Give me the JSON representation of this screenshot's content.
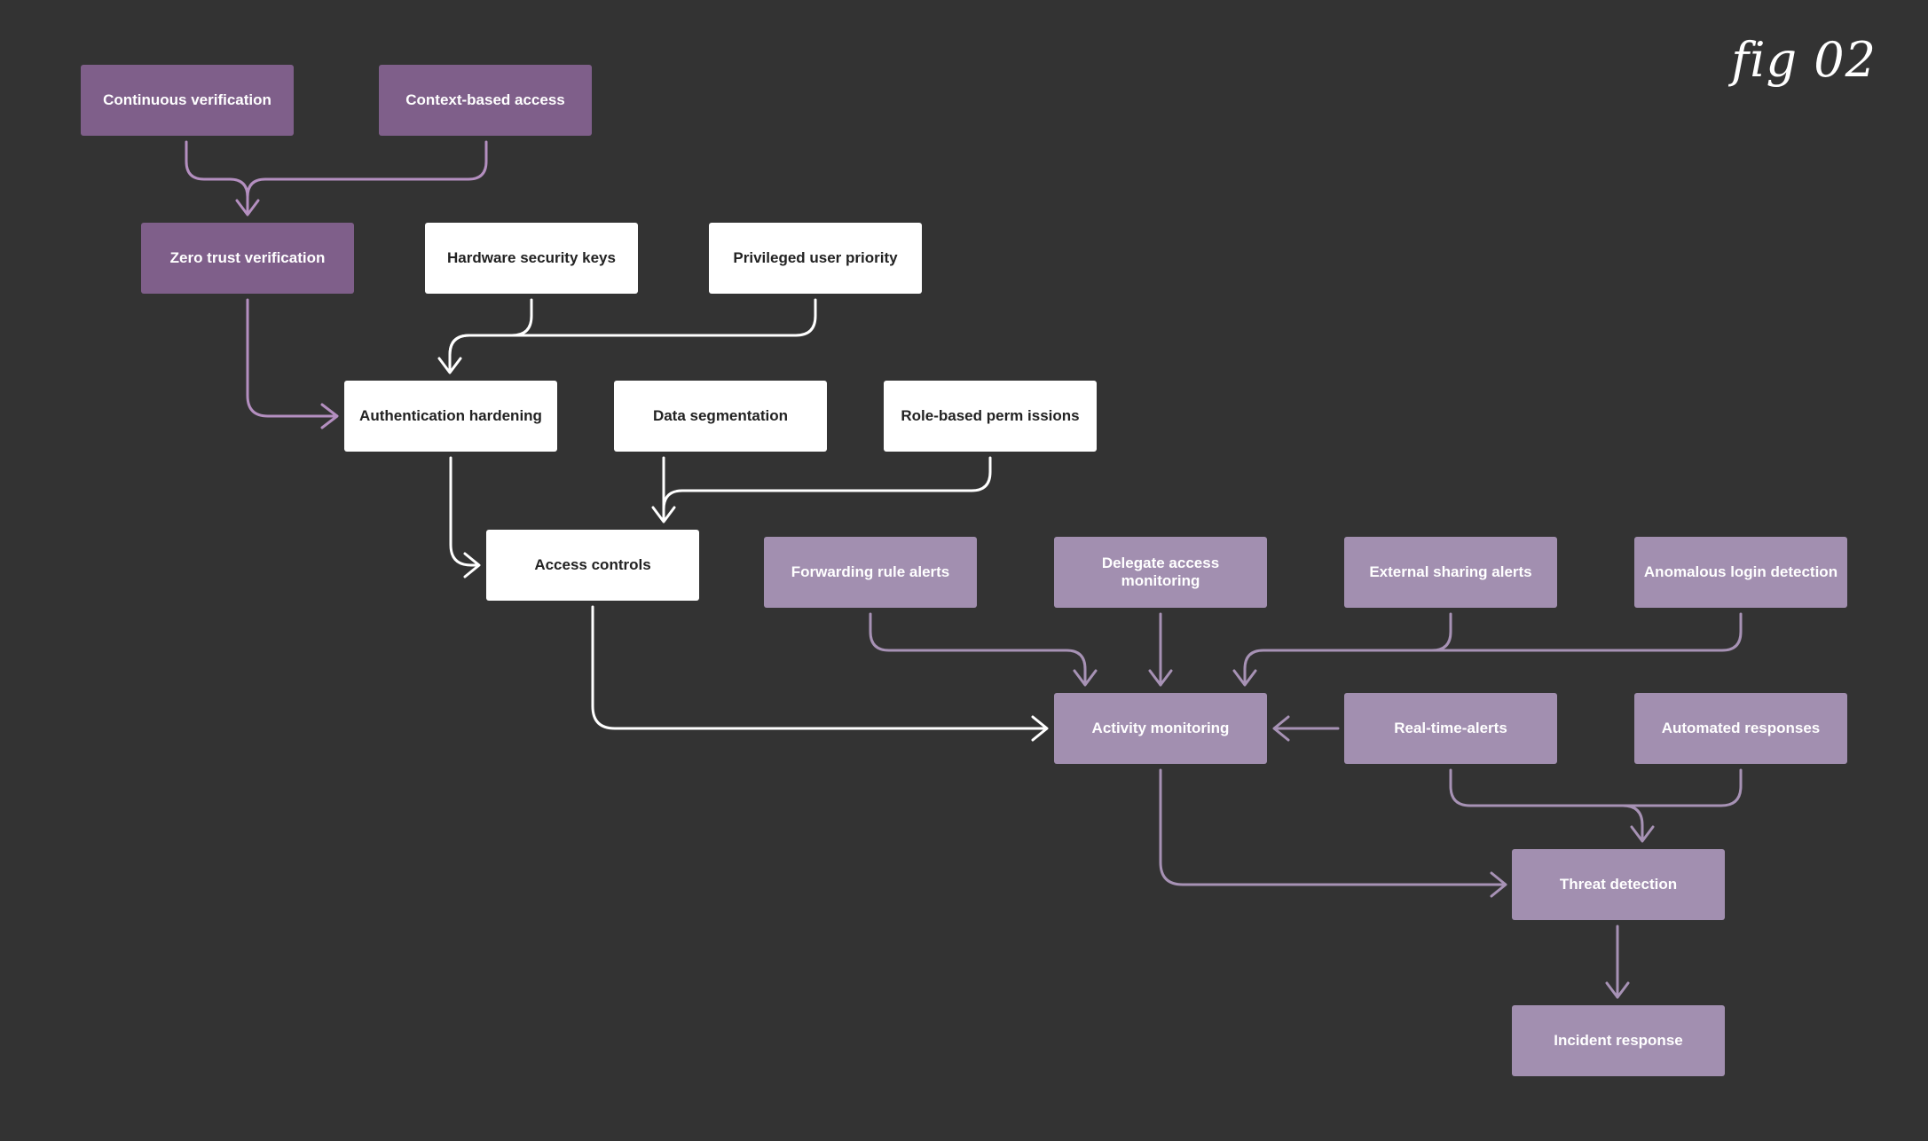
{
  "figure_label": "fig 02",
  "nodes": {
    "continuous_verification": "Continuous verification",
    "context_based_access": "Context-based access",
    "zero_trust_verification": "Zero trust verification",
    "hardware_security_keys": "Hardware security keys",
    "privileged_user_priority": "Privileged user priority",
    "authentication_hardening": "Authentication hardening",
    "data_segmentation": "Data segmentation",
    "role_based_permissions": "Role-based perm issions",
    "access_controls": "Access controls",
    "forwarding_rule_alerts": "Forwarding rule alerts",
    "delegate_access_monitoring": "Delegate access monitoring",
    "external_sharing_alerts": "External sharing alerts",
    "anomalous_login_detection": "Anomalous login detection",
    "activity_monitoring": "Activity monitoring",
    "real_time_alerts": "Real-time-alerts",
    "automated_responses": "Automated responses",
    "threat_detection": "Threat detection",
    "incident_response": "Incident response"
  },
  "colors": {
    "background": "#333333",
    "dark_purple": "#7f5f8a",
    "light_purple": "#a28fb0",
    "white": "#ffffff",
    "dark_connector": "#b48fc0",
    "light_connector": "#a792b5"
  }
}
